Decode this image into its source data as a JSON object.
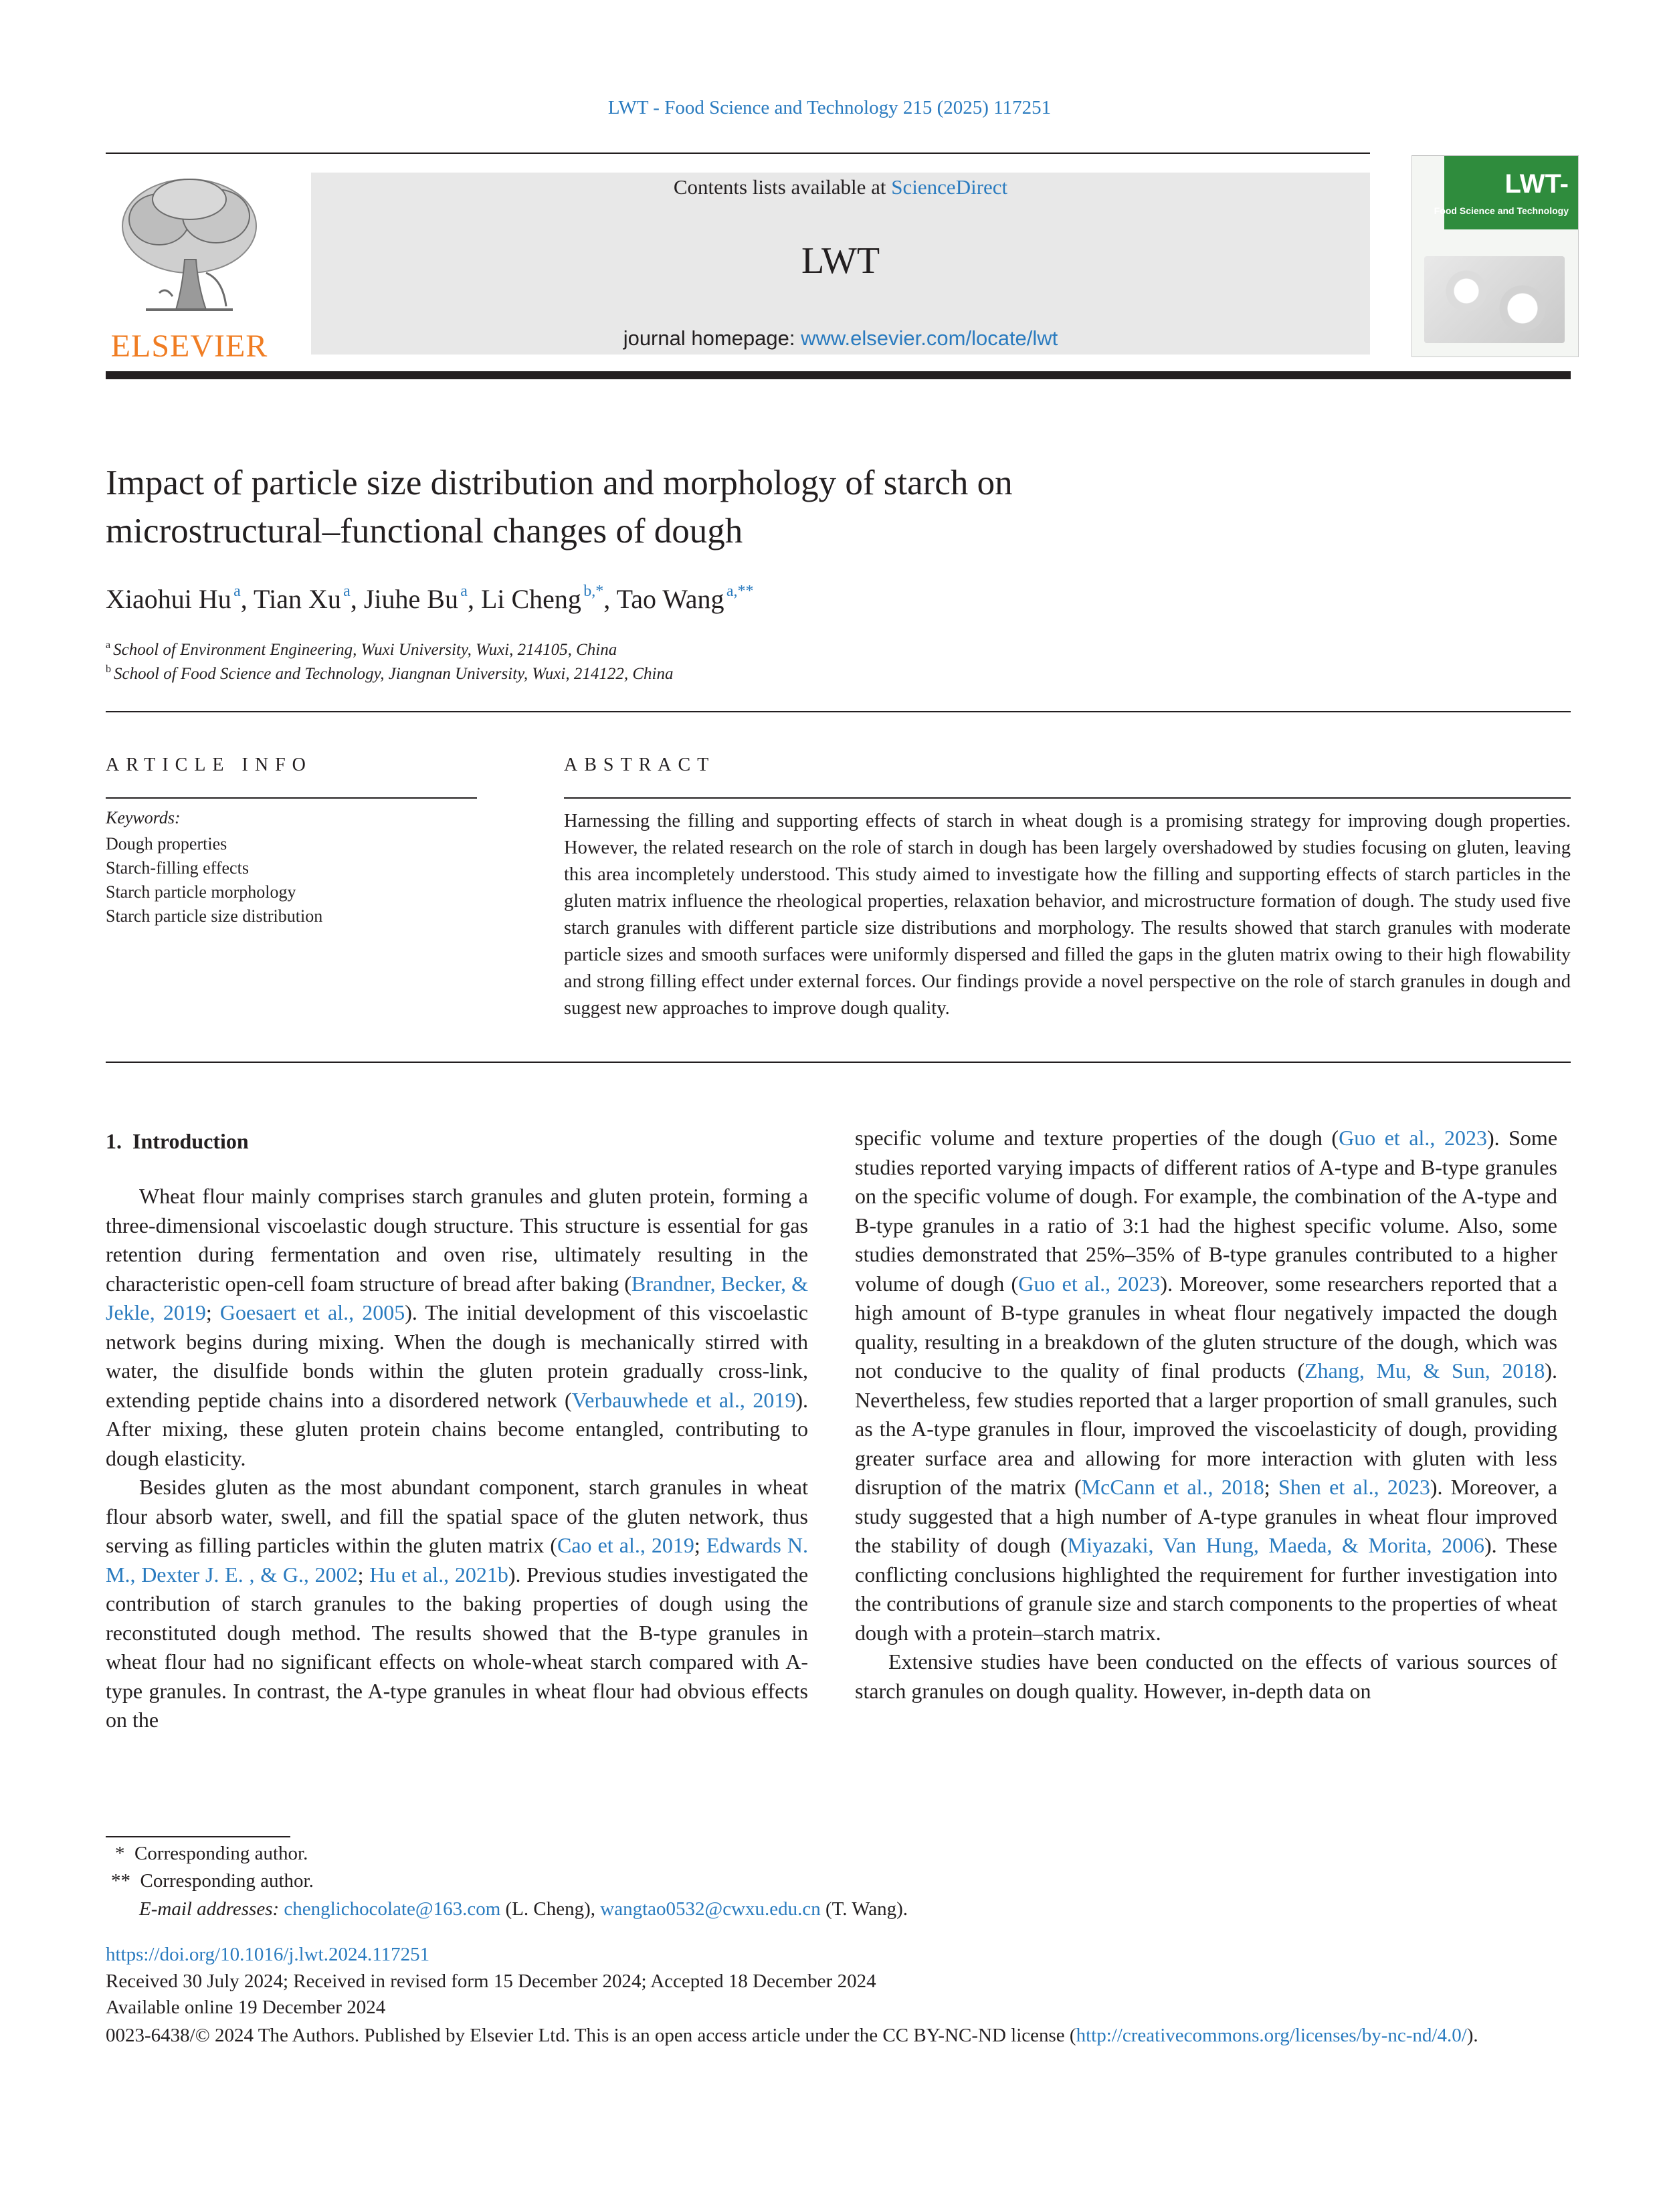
{
  "header": {
    "journal_citation": "LWT - Food Science and Technology 215 (2025) 117251",
    "contents_prefix": "Contents lists available at ",
    "contents_link": "ScienceDirect",
    "journal_name": "LWT",
    "homepage_prefix": "journal homepage: ",
    "homepage_link": "www.elsevier.com/locate/lwt",
    "publisher_logo_text": "ELSEVIER",
    "cover_title": "LWT-",
    "cover_subtitle": "Food Science and Technology"
  },
  "article": {
    "title_line1": "Impact of particle size distribution and morphology of starch on",
    "title_line2": "microstructural–functional changes of dough",
    "authors": [
      {
        "name": "Xiaohui Hu",
        "sup": "a"
      },
      {
        "name": "Tian Xu",
        "sup": "a"
      },
      {
        "name": "Jiuhe Bu",
        "sup": "a"
      },
      {
        "name": "Li Cheng",
        "sup": "b,*"
      },
      {
        "name": "Tao Wang",
        "sup": "a,**"
      }
    ],
    "affiliations": [
      {
        "label": "a",
        "text": "School of Environment Engineering, Wuxi University, Wuxi, 214105, China"
      },
      {
        "label": "b",
        "text": "School of Food Science and Technology, Jiangnan University, Wuxi, 214122, China"
      }
    ]
  },
  "article_info": {
    "heading": "ARTICLE INFO",
    "keywords_label": "Keywords:",
    "keywords": [
      "Dough properties",
      "Starch-filling effects",
      "Starch particle morphology",
      "Starch particle size distribution"
    ]
  },
  "abstract": {
    "heading": "ABSTRACT",
    "text": "Harnessing the filling and supporting effects of starch in wheat dough is a promising strategy for improving dough properties. However, the related research on the role of starch in dough has been largely overshadowed by studies focusing on gluten, leaving this area incompletely understood. This study aimed to investigate how the filling and supporting effects of starch particles in the gluten matrix influence the rheological properties, relaxation behavior, and microstructure formation of dough. The study used five starch granules with different particle size distributions and morphology. The results showed that starch granules with moderate particle sizes and smooth surfaces were uniformly dispersed and filled the gaps in the gluten matrix owing to their high flowability and strong filling effect under external forces. Our findings provide a novel perspective on the role of starch granules in dough and suggest new approaches to improve dough quality."
  },
  "intro": {
    "heading": "1. Introduction",
    "p1": [
      "Wheat flour mainly comprises starch granules and gluten protein, forming a three-dimensional viscoelastic dough structure. This structure is essential for gas retention during fermentation and oven rise, ultimately resulting in the characteristic open-cell foam structure of bread after baking (",
      "Brandner, Becker, & Jekle, 2019",
      "; ",
      "Goesaert et al., 2005",
      "). The initial development of this viscoelastic network begins during mixing. When the dough is mechanically stirred with water, the disulfide bonds within the gluten protein gradually cross-link, extending peptide chains into a disordered network (",
      "Verbauwhede et al., 2019",
      "). After mixing, these gluten protein chains become entangled, contributing to dough elasticity."
    ],
    "p2": [
      "Besides gluten as the most abundant component, starch granules in wheat flour absorb water, swell, and fill the spatial space of the gluten network, thus serving as filling particles within the gluten matrix (",
      "Cao et al., 2019",
      "; ",
      "Edwards N. M., Dexter J. E. , & G., 2002",
      "; ",
      "Hu et al., 2021b",
      "). Previous studies investigated the contribution of starch granules to the baking properties of dough using the reconstituted dough method. The results showed that the B-type granules in wheat flour had no significant effects on whole-wheat starch compared with A-type granules. In contrast, the A-type granules in wheat flour had obvious effects on the "
    ],
    "p3": [
      "specific volume and texture properties of the dough (",
      "Guo et al., 2023",
      "). Some studies reported varying impacts of different ratios of A-type and B-type granules on the specific volume of dough. For example, the combination of the A-type and B-type granules in a ratio of 3:1 had the highest specific volume. Also, some studies demonstrated that 25%–35% of B-type granules contributed to a higher volume of dough (",
      "Guo et al., 2023",
      "). Moreover, some researchers reported that a high amount of B-type granules in wheat flour negatively impacted the dough quality, resulting in a breakdown of the gluten structure of the dough, which was not conducive to the quality of final products (",
      "Zhang, Mu, & Sun, 2018",
      "). Nevertheless, few studies reported that a larger proportion of small granules, such as the A-type granules in flour, improved the viscoelasticity of dough, providing greater surface area and allowing for more interaction with gluten with less disruption of the matrix (",
      "McCann et al., 2018",
      "; ",
      "Shen et al., 2023",
      "). Moreover, a study suggested that a high number of A-type granules in wheat flour improved the stability of dough (",
      "Miyazaki, Van Hung, Maeda, & Morita, 2006",
      "). These conflicting conclusions highlighted the requirement for further investigation into the contributions of granule size and starch components to the properties of wheat dough with a protein–starch matrix."
    ],
    "p4": "Extensive studies have been conducted on the effects of various sources of starch granules on dough quality. However, in-depth data on"
  },
  "footnotes": {
    "fn1_mark": "*",
    "fn1_text": "Corresponding author.",
    "fn2_mark": "**",
    "fn2_text": "Corresponding author.",
    "email_label": "E-mail addresses:",
    "email1": "chenglichocolate@163.com",
    "email1_owner": "(L. Cheng),",
    "email2": "wangtao0532@cwxu.edu.cn",
    "email2_owner": "(T. Wang)."
  },
  "pubinfo": {
    "doi": "https://doi.org/10.1016/j.lwt.2024.117251",
    "received": "Received 30 July 2024; Received in revised form 15 December 2024; Accepted 18 December 2024",
    "available": "Available online 19 December 2024",
    "license_text": "0023-6438/© 2024 The Authors. Published by Elsevier Ltd. This is an open access article under the CC BY-NC-ND license (",
    "license_link": "http://creativecommons.org/licenses/by-nc-nd/4.0/",
    "license_end": ")."
  }
}
